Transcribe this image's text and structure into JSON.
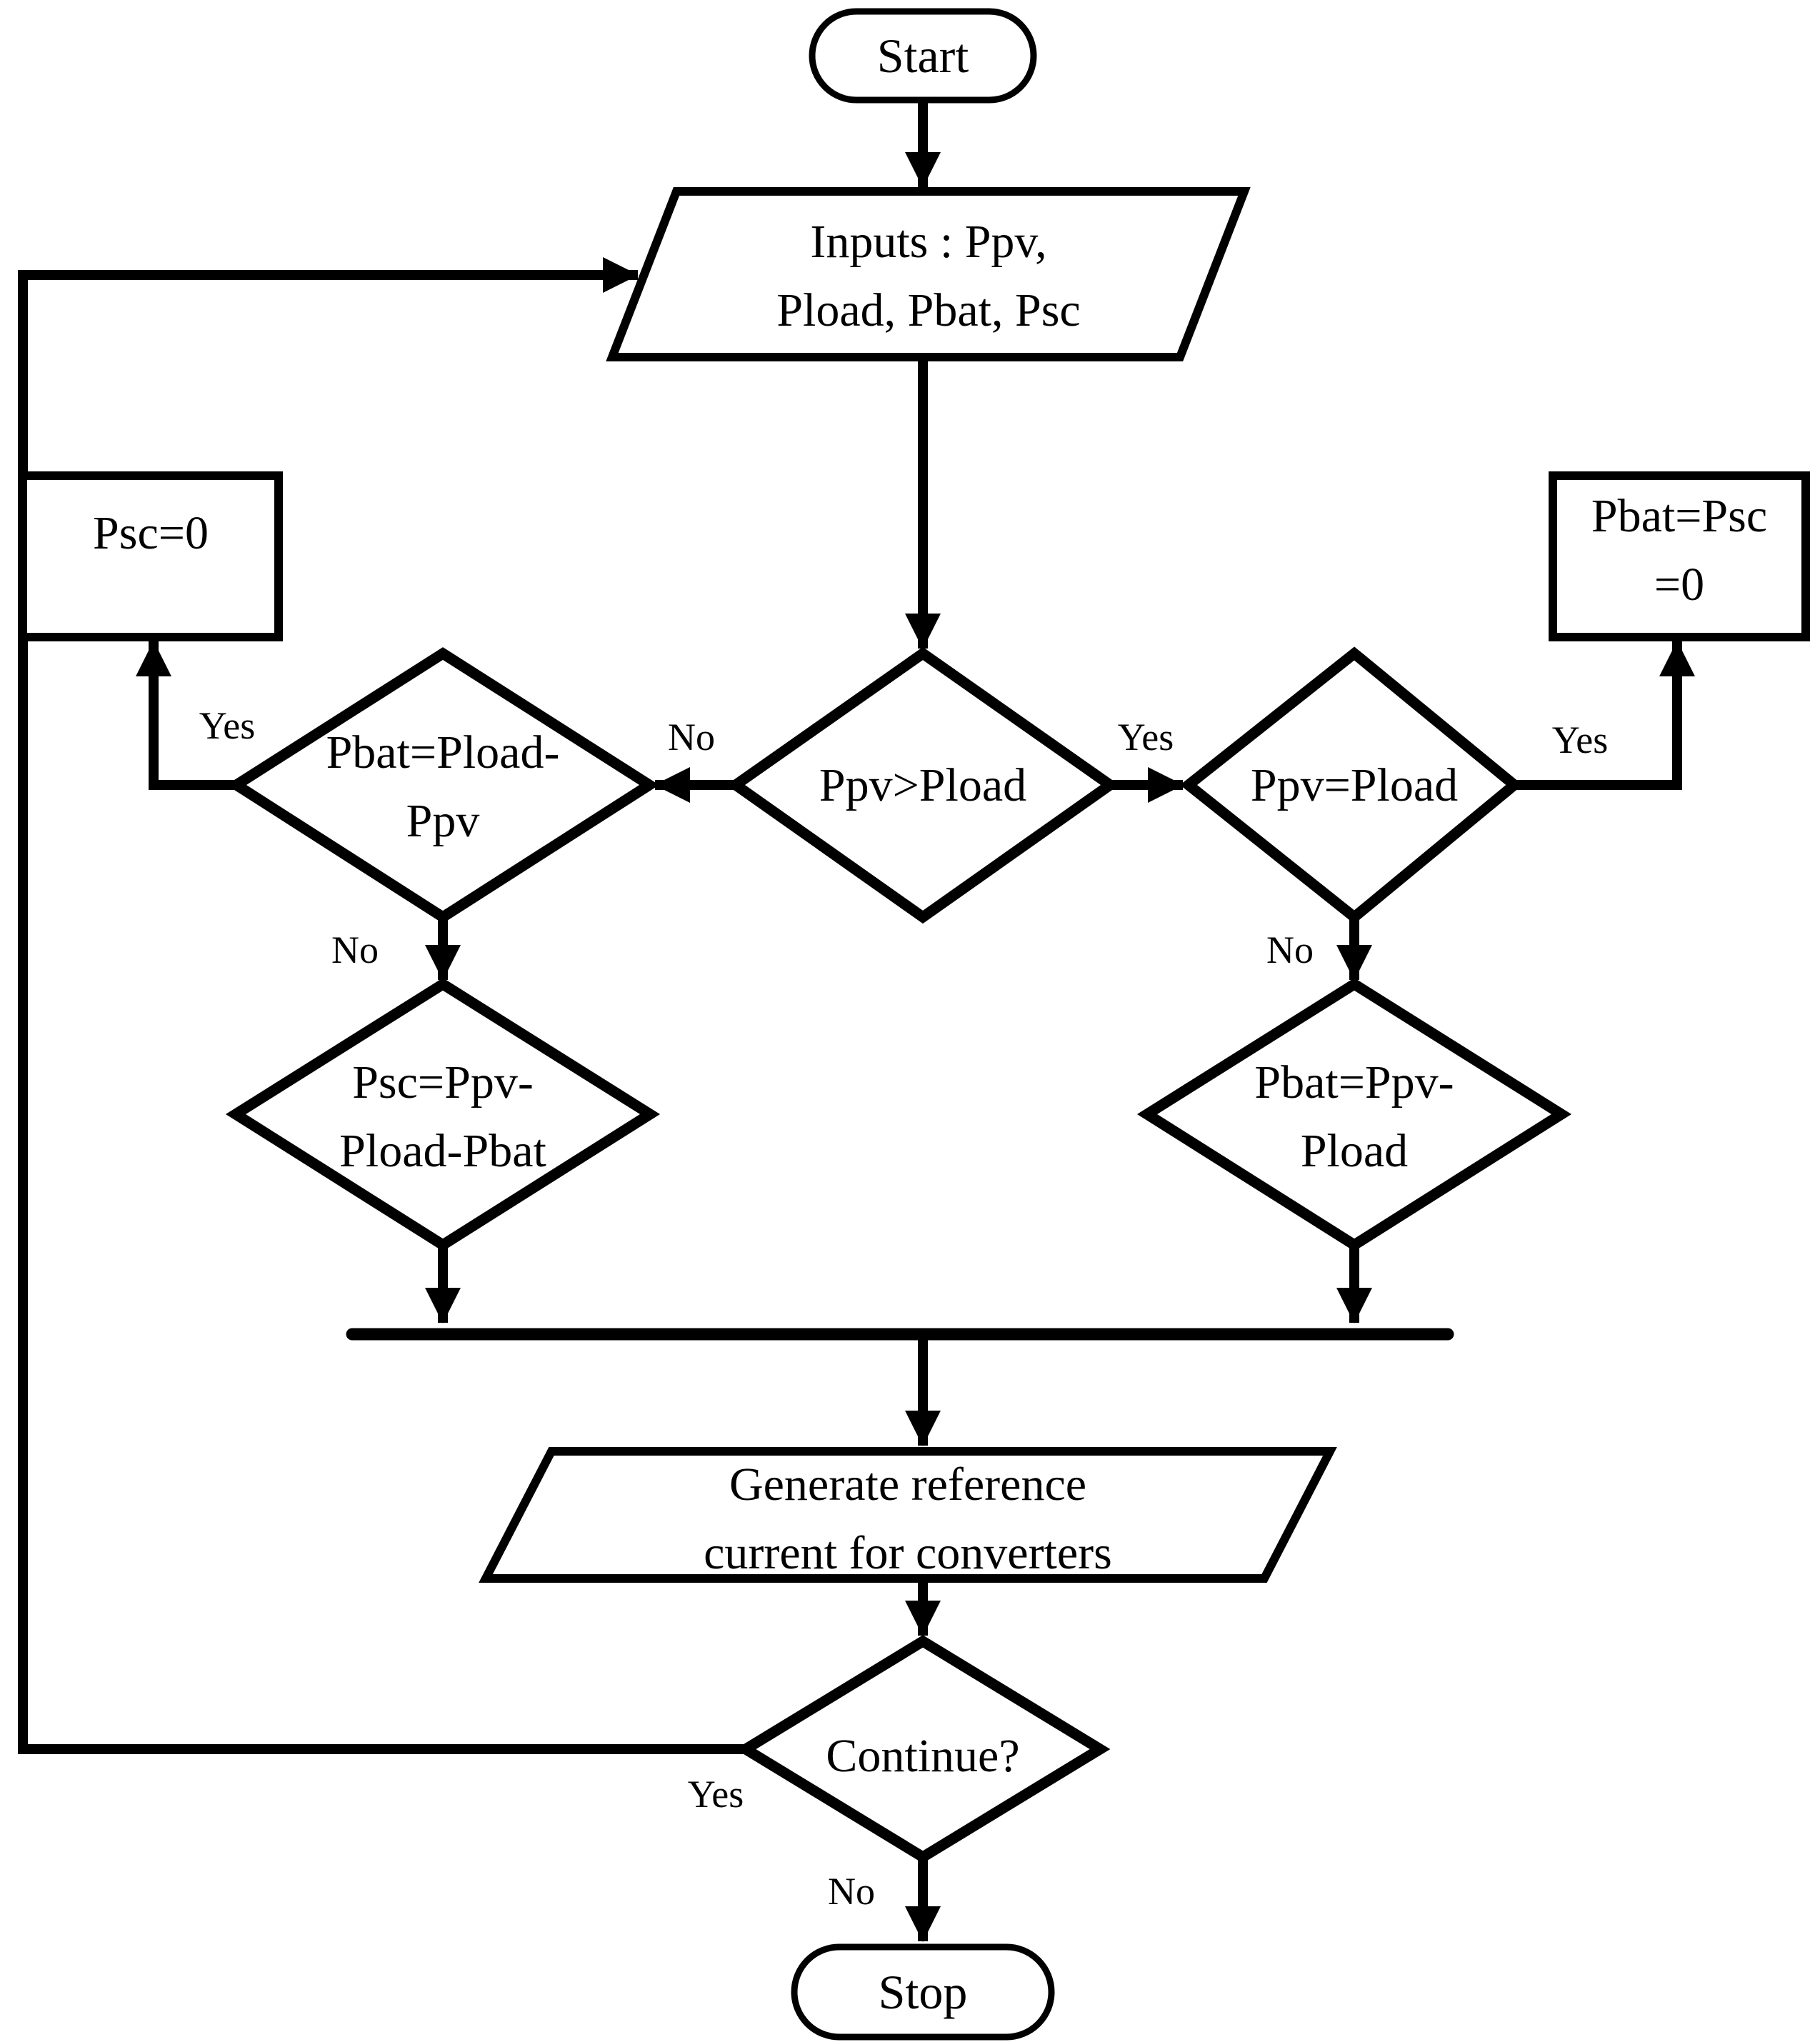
{
  "nodes": {
    "start": {
      "label": "Start"
    },
    "inputs": {
      "line1": "Inputs : Ppv,",
      "line2": "Pload, Pbat, Psc"
    },
    "ppv_gt_pload": {
      "label": "Ppv>Pload"
    },
    "pbat_eq_pload_minus_ppv": {
      "line1": "Pbat=Pload-",
      "line2": "Ppv"
    },
    "ppv_eq_pload": {
      "label": "Ppv=Pload"
    },
    "psc_eq_0": {
      "label": "Psc=0"
    },
    "pbat_psc_eq_0": {
      "line1": "Pbat=Psc",
      "line2": "=0"
    },
    "psc_eq_ppv_minus_pload_minus_pbat": {
      "line1": "Psc=Ppv-",
      "line2": "Pload-Pbat"
    },
    "pbat_eq_ppv_minus_pload": {
      "line1": "Pbat=Ppv-",
      "line2": "Pload"
    },
    "generate_reference": {
      "line1": "Generate reference",
      "line2": "current for converters"
    },
    "continue": {
      "label": "Continue?"
    },
    "stop": {
      "label": "Stop"
    }
  },
  "edge_labels": {
    "left_decision_to_psc_box": "Yes",
    "main_to_left_decision": "No",
    "main_to_right_decision": "Yes",
    "right_decision_to_pbat_box": "Yes",
    "left_decision_down": "No",
    "right_decision_down": "No",
    "continue_yes": "Yes",
    "continue_no": "No"
  },
  "colors": {
    "ink": "#000000",
    "paper": "#ffffff"
  }
}
